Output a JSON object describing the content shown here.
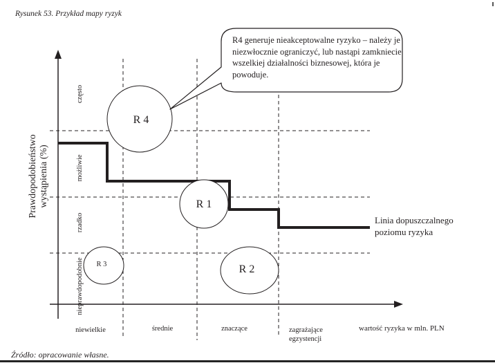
{
  "figure": {
    "caption": "Rysunek 53. Przykład mapy ryzyk",
    "source": "Źródło: opracowanie własne."
  },
  "axes": {
    "y_label_line1": "Prawdopodobieństwo",
    "y_label_line2": "wystąpienia (%)",
    "x_label": "wartość ryzyka w mln. PLN",
    "y_categories": [
      "często",
      "możliwie",
      "rzadko",
      "nieprawdopodobnie"
    ],
    "x_categories": [
      "niewielkie",
      "średnie",
      "znaczące",
      "zagrażające egzystencji"
    ],
    "x_category_lines": [
      [
        "niewielkie"
      ],
      [
        "średnie"
      ],
      [
        "znaczące"
      ],
      [
        "zagrażające",
        "egzystencji"
      ]
    ]
  },
  "risks": [
    {
      "id": "R 4",
      "x_category": "średnie",
      "y_category": "często"
    },
    {
      "id": "R 1",
      "x_category": "znaczące",
      "y_category": "możliwie/rzadko"
    },
    {
      "id": "R 3",
      "x_category": "niewielkie",
      "y_category": "nieprawdopodobnie"
    },
    {
      "id": "R 2",
      "x_category": "znaczące",
      "y_category": "nieprawdopodobnie"
    }
  ],
  "callout": {
    "target": "R 4",
    "text": "R4 generuje nieakceptowalne ryzyko – należy je niezwłocznie ograniczyć, lub nastąpi zamkniecie wszelkiej działalności biznesowej, która je powoduje."
  },
  "tolerance_line": {
    "label_line1": "Linia dopuszczalnego",
    "label_line2": "poziomu ryzyka"
  }
}
